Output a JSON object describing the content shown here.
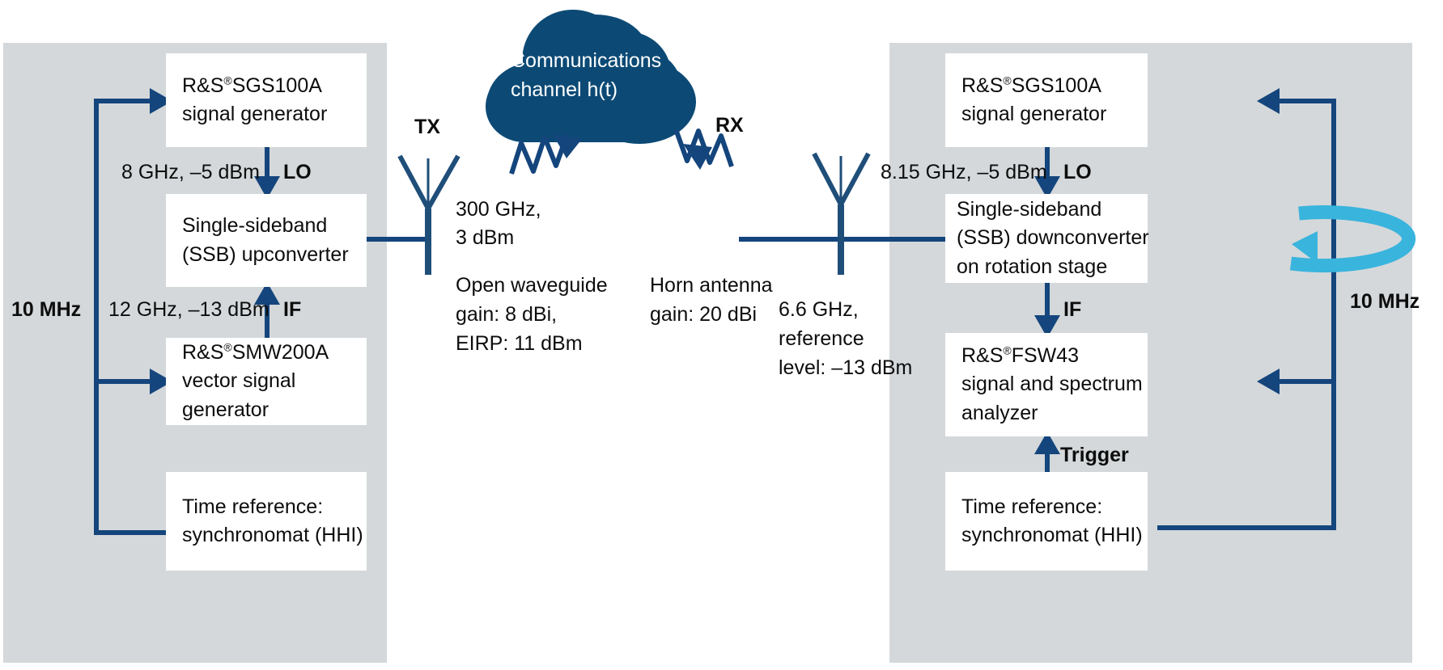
{
  "colors": {
    "panel_gray": "#d4d8da",
    "line_blue": "#14457c",
    "cloud_blue": "#0c4a75",
    "rotation_cyan": "#39b4dd",
    "box_white": "#ffffff",
    "text_black": "#0d0d0d"
  },
  "tx_panel": {
    "boxes": [
      {
        "name": "sgs100a",
        "lines": [
          "R&S®SGS100A",
          "signal generator"
        ]
      },
      {
        "name": "ssb-upconverter",
        "lines": [
          "Single-sideband",
          "(SSB) upconverter"
        ]
      },
      {
        "name": "smw200a",
        "lines": [
          "R&S®SMW200A",
          "vector signal",
          "generator"
        ]
      },
      {
        "name": "time-reference",
        "lines": [
          "Time reference:",
          "synchronomat (HHI)"
        ]
      }
    ],
    "lo_label": "8 GHz, –5 dBm",
    "lo_tag": "LO",
    "if_label": "12 GHz, –13 dBm",
    "if_tag": "IF",
    "ref_label": "10 MHz"
  },
  "rx_panel": {
    "boxes": [
      {
        "name": "sgs100a",
        "lines": [
          "R&S®SGS100A",
          "signal generator"
        ]
      },
      {
        "name": "ssb-downconverter",
        "lines": [
          "Single-sideband",
          "(SSB) downconverter",
          "on rotation stage"
        ]
      },
      {
        "name": "fsw43",
        "lines": [
          "R&S®FSW43",
          "signal and spectrum",
          "analyzer"
        ]
      },
      {
        "name": "time-reference",
        "lines": [
          "Time reference:",
          "synchronomat (HHI)"
        ]
      }
    ],
    "lo_label": "8.15 GHz, –5 dBm",
    "lo_tag": "LO",
    "if_tag": "IF",
    "trigger_tag": "Trigger",
    "ref_label": "10 MHz",
    "level_lines": [
      "6.6 GHz,",
      "reference",
      "level: –13 dBm"
    ]
  },
  "channel": {
    "cloud_lines": [
      "Communications",
      "channel h(t)"
    ],
    "tx_label": "TX",
    "rx_label": "RX",
    "tx_link_lines": [
      "300 GHz,",
      "3 dBm"
    ],
    "tx_antenna_lines": [
      "Open waveguide",
      "gain: 8 dBi,",
      "EIRP: 11 dBm"
    ],
    "rx_antenna_lines": [
      "Horn antenna",
      "gain: 20 dBi"
    ]
  }
}
